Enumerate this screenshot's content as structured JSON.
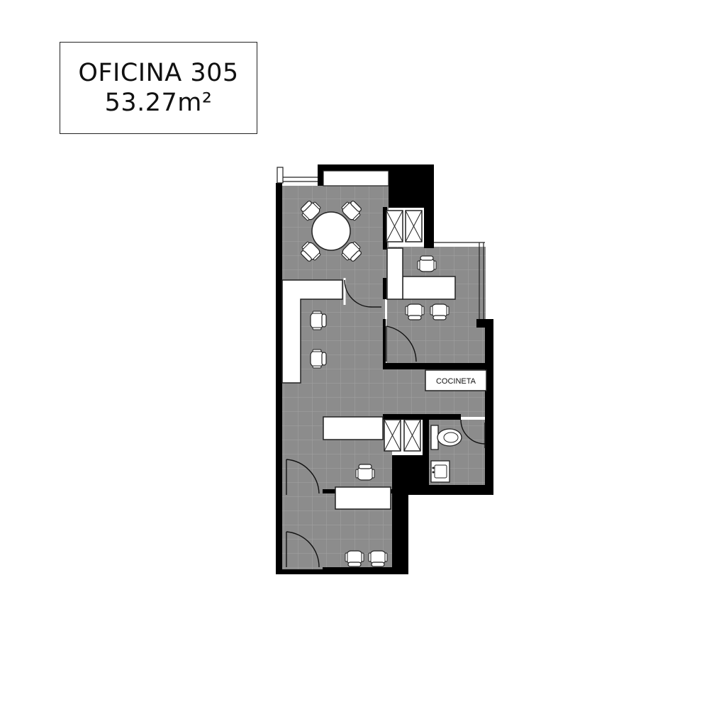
{
  "title": {
    "name": "OFICINA 305",
    "area": "53.27m²"
  },
  "labels": {
    "kitchenette": "COCINETA"
  },
  "colors": {
    "floor": "#8c8c8c",
    "wall": "#000000",
    "furniture": "#ffffff",
    "grid": "#a6a6a6"
  }
}
